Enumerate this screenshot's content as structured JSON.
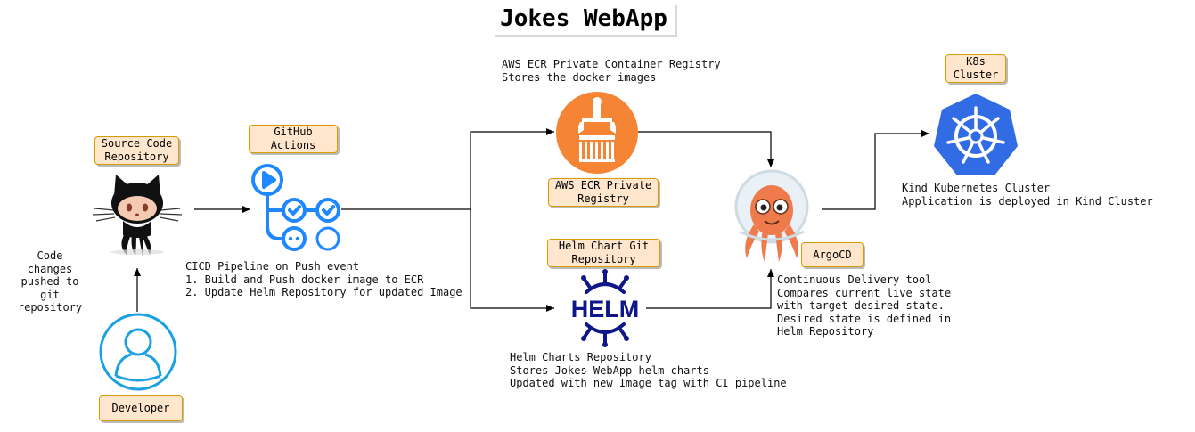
{
  "title": "Jokes WebApp",
  "labels": {
    "source_code": "Source Code\nRepository",
    "github_actions": "GitHub\nActions",
    "ecr": "AWS ECR Private\nRegistry",
    "helm_git": "Helm Chart Git\nRepository",
    "argocd": "ArgoCD",
    "k8s": "K8s\nCluster",
    "developer": "Developer",
    "helm_logo_text": "HELM"
  },
  "notes": {
    "code_changes": "Code changes\npushed to git\nrepository",
    "cicd": "CICD Pipeline on Push event\n1. Build and Push docker image to ECR\n2. Update Helm Repository for updated Image",
    "ecr_desc": "AWS ECR Private Container Registry\nStores the docker images",
    "helm_desc": "Helm Charts Repository\nStores Jokes WebApp helm charts\nUpdated with new Image tag with CI pipeline",
    "argocd_desc": "Continuous Delivery tool\nCompares current live state\nwith target desired state.\nDesired state is defined in\nHelm Repository",
    "k8s_desc": "Kind Kubernetes Cluster\nApplication is deployed in Kind Cluster"
  },
  "icons": {
    "github": "github-octocat-icon",
    "actions": "github-actions-icon",
    "ecr": "aws-ecr-icon",
    "helm": "helm-icon",
    "argocd": "argocd-icon",
    "kubernetes": "kubernetes-icon",
    "developer": "user-icon"
  },
  "colors": {
    "tag_fill": "#ffe6cc",
    "tag_border": "#d79b00",
    "actions_blue": "#2088ff",
    "ecr_orange": "#f58534",
    "helm_navy": "#0f1689",
    "argocd_orange": "#ef7b4d",
    "k8s_blue": "#326ce5",
    "developer_blue": "#1ba1e2"
  }
}
